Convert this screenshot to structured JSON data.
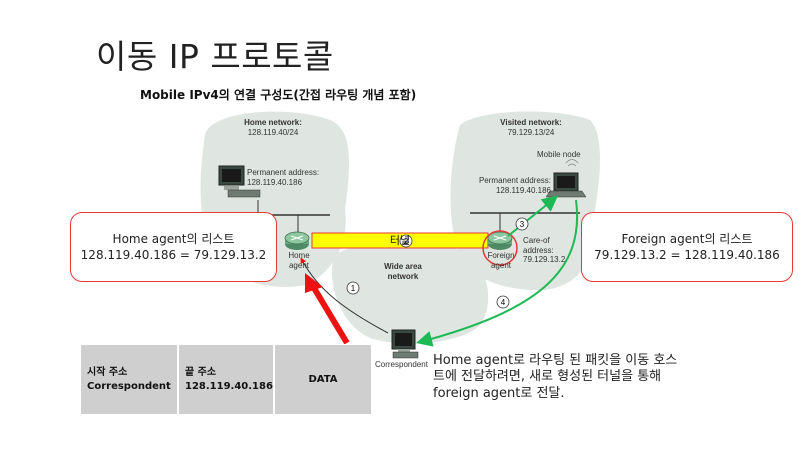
{
  "title": "이동 IP 프로토콜",
  "subtitle": "Mobile IPv4의 연결 구성도(간접 라우팅 개념 포함)",
  "home_network": {
    "line1": "Home network:",
    "line2": "128.119.40/24"
  },
  "visited_network": {
    "line1": "Visited network:",
    "line2": "79.129.13/24"
  },
  "wan": {
    "line1": "Wide area",
    "line2": "network"
  },
  "mobile_node_label": "Mobile node",
  "permanent_address_home": {
    "line1": "Permanent address:",
    "line2": "128.119.40.186"
  },
  "permanent_address_visited": {
    "line1": "Permanent address:",
    "line2": "128.119.40.186"
  },
  "care_of": {
    "line1": "Care-of",
    "line2": "address:",
    "line3": "79.129.13.2"
  },
  "home_agent": {
    "line1": "Home",
    "line2": "agent"
  },
  "foreign_agent": {
    "line1": "Foreign",
    "line2": "agent"
  },
  "correspondent_label": "Correspondent",
  "tunnel_label": "터널",
  "step_numbers": [
    "1",
    "2",
    "3",
    "4"
  ],
  "home_callout": {
    "title": "Home agent의 리스트",
    "mapping": "128.119.40.186 = 79.129.13.2"
  },
  "foreign_callout": {
    "title": "Foreign agent의 리스트",
    "mapping": "79.129.13.2 = 128.119.40.186"
  },
  "packet": {
    "src_title": "시작 주소",
    "src_value": "Correspondent",
    "dst_title": "끝 주소",
    "dst_value": "128.119.40.186",
    "payload": "DATA"
  },
  "description": {
    "line1": "Home agent로 라우팅 된 패킷을 이동 호스",
    "line2": "트에 전달하려면, 새로 형성된 터널을 통해",
    "line3": "foreign agent로 전달."
  },
  "colors": {
    "callout_border": "#e53935",
    "tunnel_fill": "#ffff00",
    "tunnel_border": "#e53935",
    "blob": "#dfe6e1",
    "route_arrow": "#1db954",
    "red_arrow": "#ee1111",
    "packet_cell": "#cfcfcf"
  }
}
